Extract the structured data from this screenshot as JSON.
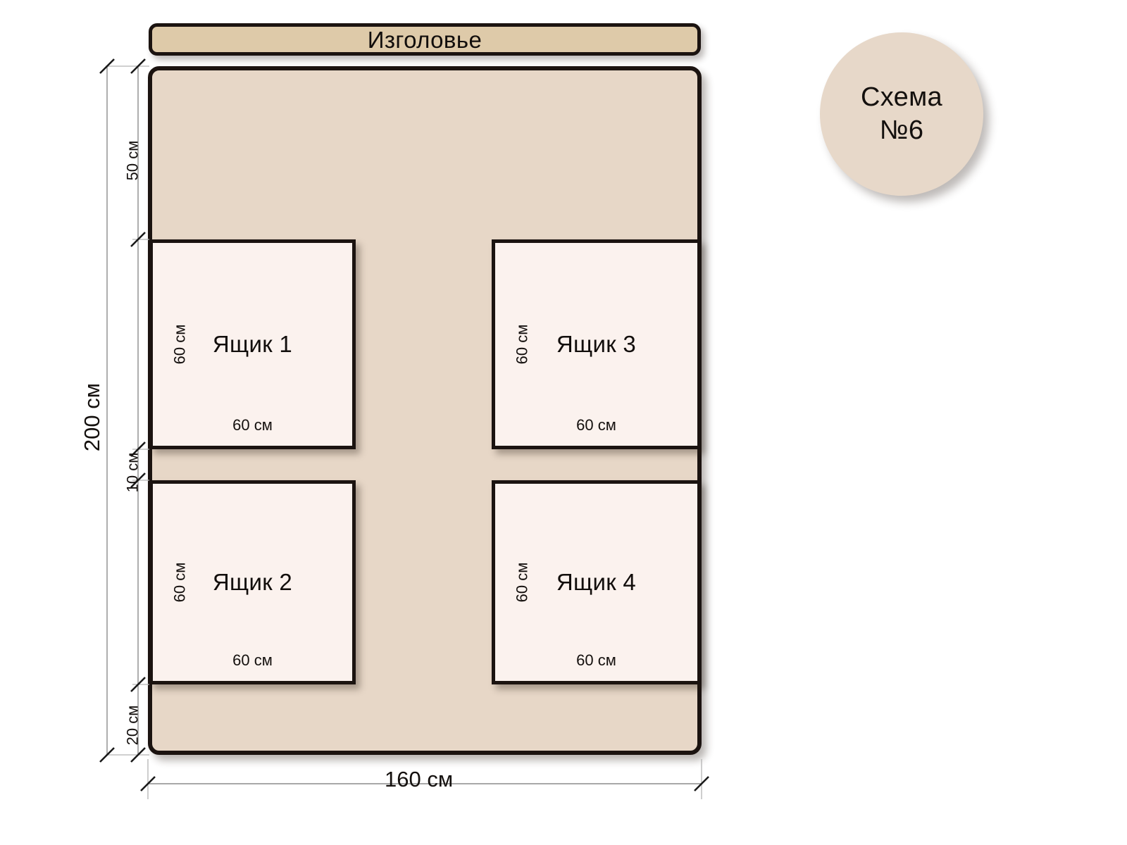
{
  "diagram": {
    "title": "Схема №6",
    "badge": {
      "line1": "Схема",
      "line2": "№6"
    },
    "headboard": {
      "label": "Изголовье"
    },
    "colors": {
      "headboard": "#decaa9",
      "bed_body": "#e7d7c7",
      "drawer_fill": "#fbf2ee",
      "outline": "#1b1310",
      "badge_fill": "#e7d8c9",
      "dimension_line": "#8c8c8c",
      "text": "#14100e",
      "background": "#ffffff"
    },
    "overall": {
      "width_label": "160 см",
      "height_label": "200 см",
      "unit": "см",
      "width_cm": 160,
      "height_cm": 200
    },
    "vertical_chain": [
      {
        "label": "50 см",
        "value_cm": 50,
        "describes": "top-gap-to-first-drawer"
      },
      {
        "label": "60 см",
        "value_cm": 60,
        "describes": "first-drawer-row-height"
      },
      {
        "label": "10 см",
        "value_cm": 10,
        "describes": "gap-between-drawer-rows"
      },
      {
        "label": "60 см",
        "value_cm": 60,
        "describes": "second-drawer-row-height"
      },
      {
        "label": "20 см",
        "value_cm": 20,
        "describes": "bottom-margin"
      }
    ],
    "drawers": [
      {
        "id": 1,
        "label": "Ящик 1",
        "width_label": "60 см",
        "height_label": "60 см",
        "width_cm": 60,
        "height_cm": 60,
        "position": "top-left"
      },
      {
        "id": 2,
        "label": "Ящик 2",
        "width_label": "60 см",
        "height_label": "60 см",
        "width_cm": 60,
        "height_cm": 60,
        "position": "bottom-left"
      },
      {
        "id": 3,
        "label": "Ящик 3",
        "width_label": "60 см",
        "height_label": "60 см",
        "width_cm": 60,
        "height_cm": 60,
        "position": "top-right"
      },
      {
        "id": 4,
        "label": "Ящик 4",
        "width_label": "60 см",
        "height_label": "60 см",
        "width_cm": 60,
        "height_cm": 60,
        "position": "bottom-right"
      }
    ]
  }
}
